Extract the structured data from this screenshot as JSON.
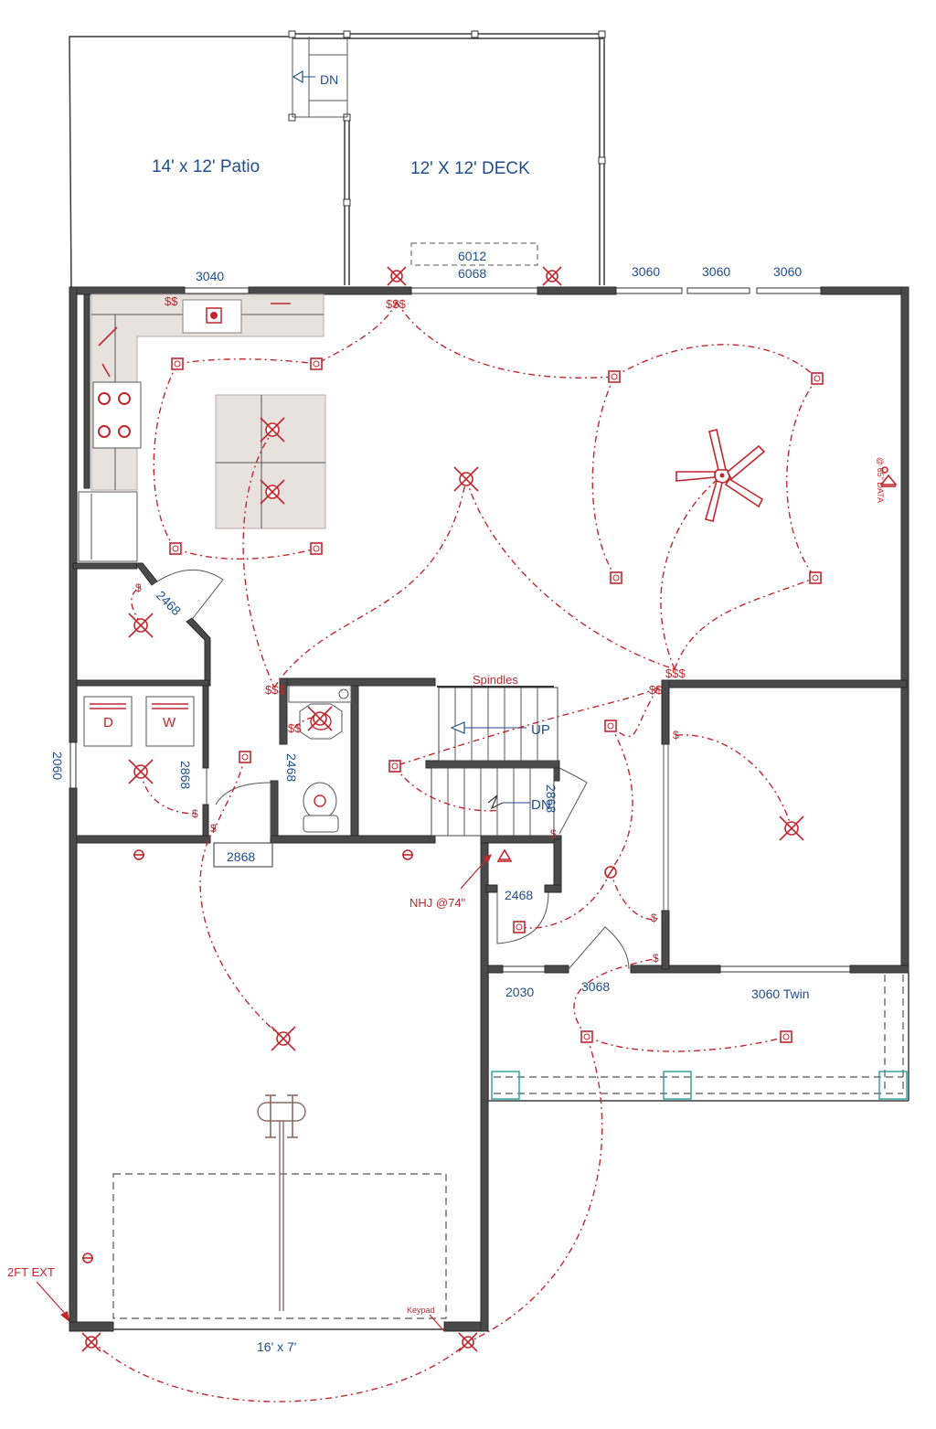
{
  "outdoor": {
    "patio_label": "14' x 12' Patio",
    "deck_label": "12' X 12' DECK",
    "deck_stair_label": "DN"
  },
  "openings": {
    "window_3040": "3040",
    "transom_6012": "6012",
    "door_6068": "6068",
    "window_3060_a": "3060",
    "window_3060_b": "3060",
    "window_3060_c": "3060",
    "window_2060": "2060",
    "door_2468_pantry": "2468",
    "door_2868_laundry": "2868",
    "door_2468_bath": "2468",
    "door_2868_hall": "2868",
    "door_2868_stair": "2868",
    "door_2468_closet": "2468",
    "window_2030": "2030",
    "door_3068": "3068",
    "window_3060_twin": "3060 Twin",
    "garage_door": "16' x 7'"
  },
  "stairs": {
    "spindles_label": "Spindles",
    "up_label": "UP",
    "down_label": "DN"
  },
  "laundry": {
    "dryer_label": "D",
    "washer_label": "W"
  },
  "notes": {
    "data_note": "@ 65\" DATA",
    "nhj_note": "NHJ @74\"",
    "ext_note": "2FT EXT",
    "keypad_note": "Keypad"
  },
  "switch_symbols": {
    "triple": "$$$",
    "double": "$$",
    "single": "$"
  },
  "colors": {
    "wall": "#4a4a4a",
    "label_blue": "#1f4e8c",
    "electrical_red": "#c0272d",
    "cabinet": "#e8e2df",
    "post_teal": "#2a9d9a"
  }
}
